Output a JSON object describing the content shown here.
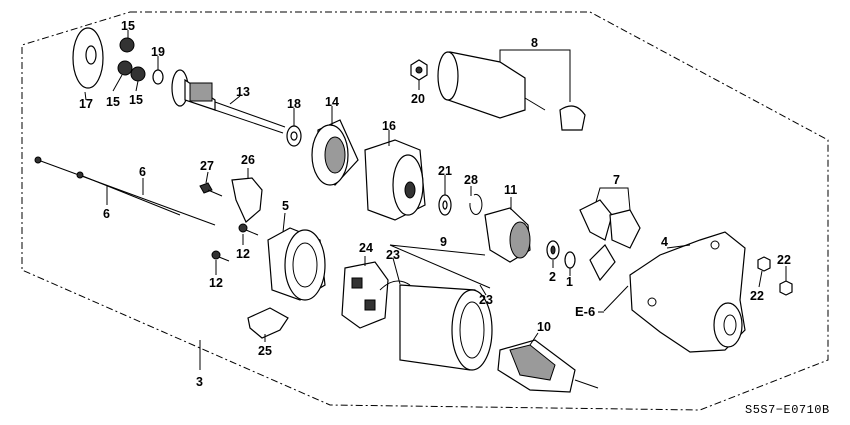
{
  "callouts": {
    "c1": "1",
    "c2": "2",
    "c3": "3",
    "c4": "4",
    "c5": "5",
    "c6a": "6",
    "c6b": "6",
    "c7": "7",
    "c8": "8",
    "c9": "9",
    "c10": "10",
    "c11": "11",
    "c12a": "12",
    "c12b": "12",
    "c13": "13",
    "c14": "14",
    "c15a": "15",
    "c15b": "15",
    "c15c": "15",
    "c16": "16",
    "c17": "17",
    "c18": "18",
    "c19": "19",
    "c20": "20",
    "c21": "21",
    "c22a": "22",
    "c22b": "22",
    "c23a": "23",
    "c23b": "23",
    "c24": "24",
    "c25": "25",
    "c26": "26",
    "c27": "27",
    "c28": "28"
  },
  "reference": "E-6",
  "diagram_code": "S5S7−E0710B"
}
